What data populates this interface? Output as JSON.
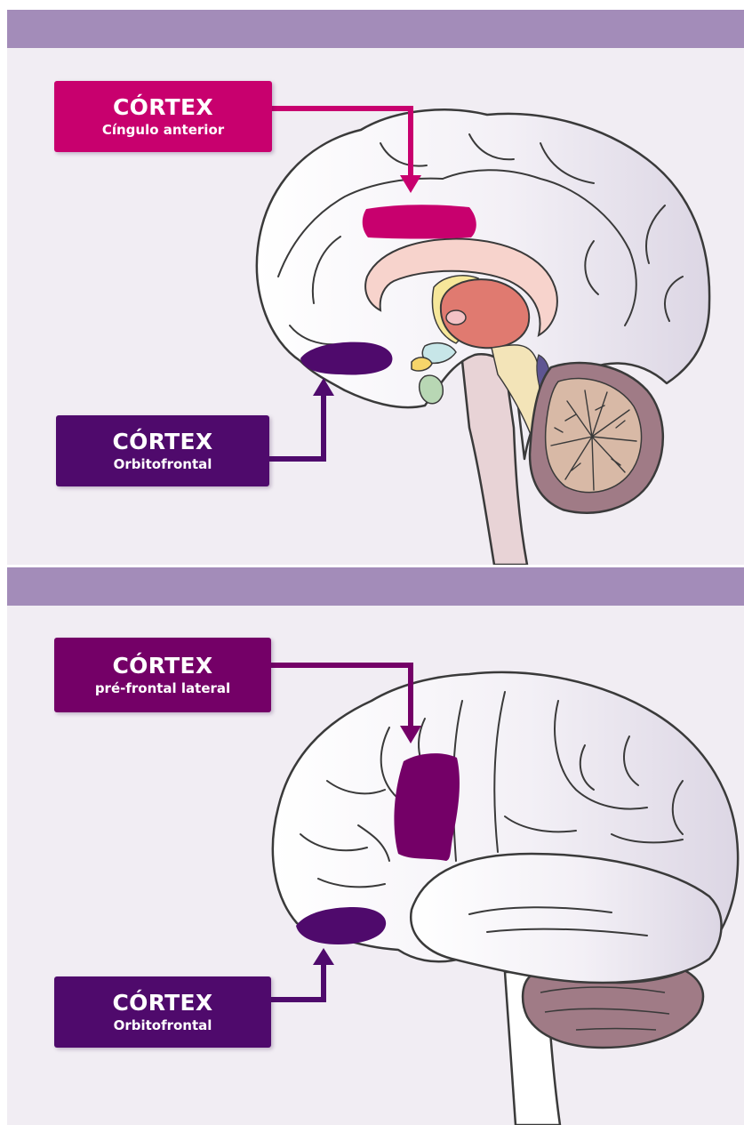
{
  "panels": [
    {
      "view": "medial",
      "labels": [
        {
          "title": "CÓRTEX",
          "subtitle": "Cíngulo anterior",
          "color": "#c8006e"
        },
        {
          "title": "CÓRTEX",
          "subtitle": "Orbitofrontal",
          "color": "#4f0a6c"
        }
      ]
    },
    {
      "view": "lateral",
      "labels": [
        {
          "title": "CÓRTEX",
          "subtitle": "pré-frontal lateral",
          "color": "#740067"
        },
        {
          "title": "CÓRTEX",
          "subtitle": "Orbitofrontal",
          "color": "#4f0a6c"
        }
      ]
    }
  ],
  "colors": {
    "band": "#a38cb9",
    "panel_background": "#f1edf3",
    "brain_fill": "#ffffff",
    "cerebellum": "#a07b86",
    "brainstem": "#e8d3d6"
  }
}
